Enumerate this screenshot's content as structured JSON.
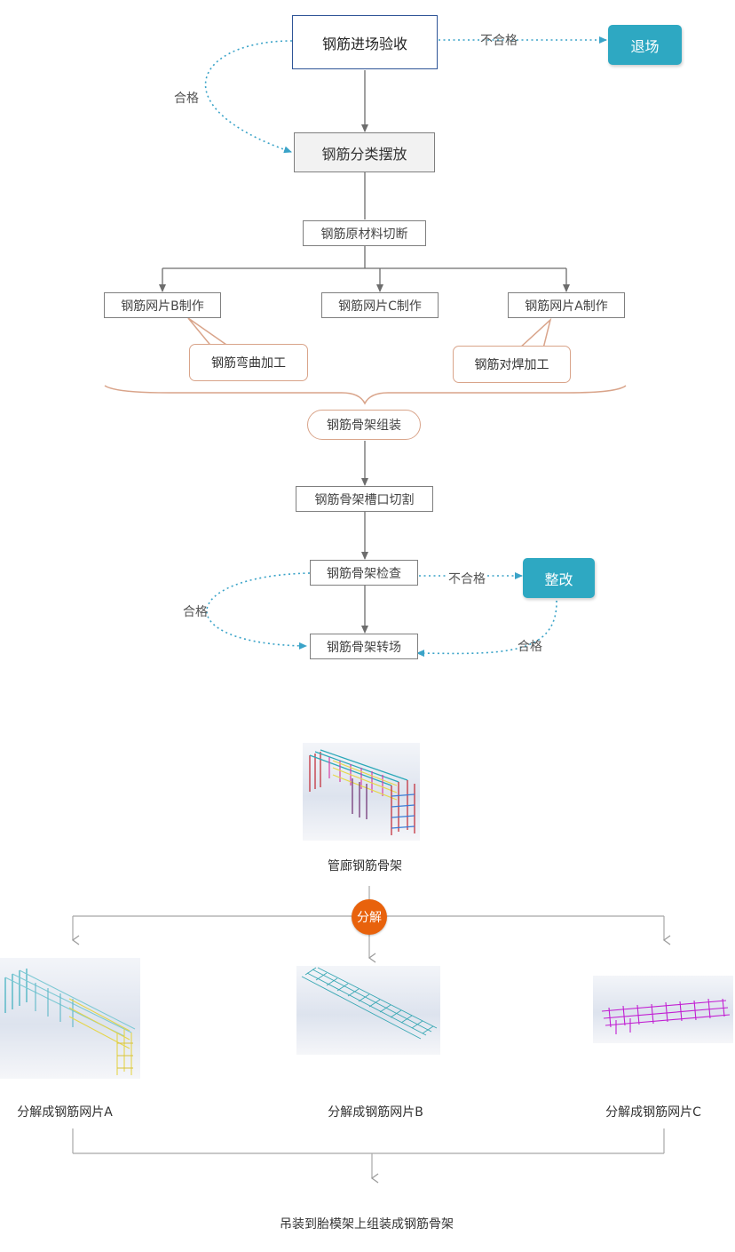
{
  "flow": {
    "receive": "钢筋进场验收",
    "exit": "退场",
    "sort": "钢筋分类摆放",
    "cut": "钢筋原材料切断",
    "mesh_b": "钢筋网片B制作",
    "mesh_c": "钢筋网片C制作",
    "mesh_a": "钢筋网片A制作",
    "bend": "钢筋弯曲加工",
    "butt_weld": "钢筋对焊加工",
    "assemble": "钢筋骨架组装",
    "groove_cut": "钢筋骨架槽口切割",
    "inspect": "钢筋骨架检查",
    "rectify": "整改",
    "transfer": "钢筋骨架转场"
  },
  "edge_labels": {
    "fail_1": "不合格",
    "pass_1": "合格",
    "fail_2": "不合格",
    "pass_2": "合格",
    "pass_3": "合格"
  },
  "decomposition": {
    "skeleton_caption": "管廊钢筋骨架",
    "badge": "分解",
    "part_a": "分解成钢筋网片A",
    "part_b": "分解成钢筋网片B",
    "part_c": "分解成钢筋网片C",
    "final": "吊装到胎模架上组装成钢筋骨架"
  },
  "colors": {
    "teal": "#2ea8c2",
    "dotted_arrow": "#3aa3c8",
    "callout_border": "#d9a48a",
    "badge": "#e8620c"
  }
}
